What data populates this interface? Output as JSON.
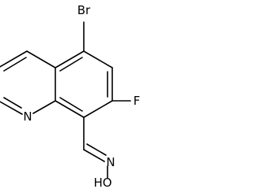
{
  "molecule": {
    "atoms": [
      {
        "id": "br",
        "label": "Br"
      },
      {
        "id": "f",
        "label": "F"
      },
      {
        "id": "n1",
        "label": "N"
      },
      {
        "id": "n2",
        "label": "N"
      },
      {
        "id": "oh",
        "label": "HO"
      }
    ]
  },
  "colors": {
    "bond": "#000000",
    "text": "#000000",
    "background": "#ffffff"
  }
}
